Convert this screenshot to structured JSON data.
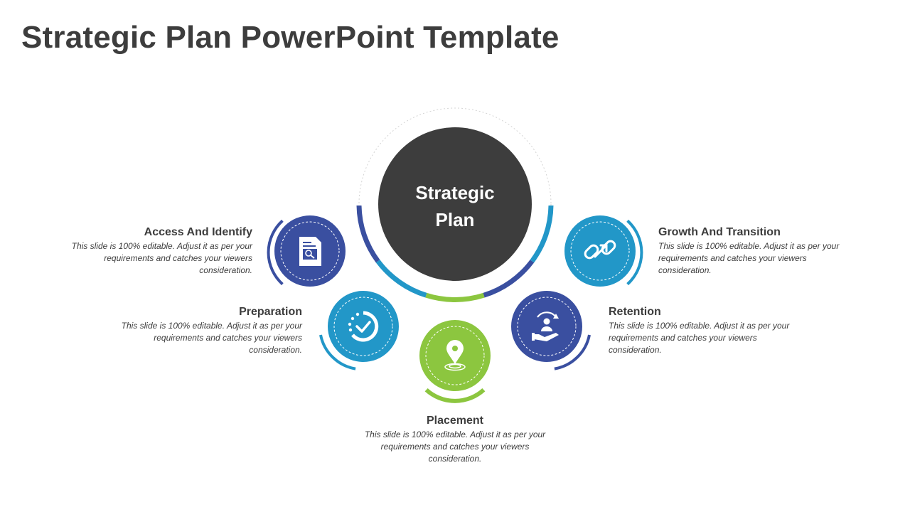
{
  "title": "Strategic Plan PowerPoint Template",
  "center": {
    "line1": "Strategic",
    "line2": "Plan"
  },
  "colors": {
    "navy": "#3a4fa0",
    "blue": "#2297c8",
    "green": "#8cc63f",
    "dark": "#3d3d3d"
  },
  "items": [
    {
      "heading": "Access And Identify",
      "desc": "This slide is 100% editable. Adjust it as per your requirements and catches your viewers consideration.",
      "icon": "document-search-icon"
    },
    {
      "heading": "Preparation",
      "desc": "This slide is 100% editable. Adjust it as per your requirements and catches your viewers consideration.",
      "icon": "progress-check-icon"
    },
    {
      "heading": "Placement",
      "desc": "This slide is 100% editable. Adjust it as per your requirements and catches your viewers consideration.",
      "icon": "location-pin-icon"
    },
    {
      "heading": "Retention",
      "desc": "This slide is 100% editable. Adjust it as per your requirements and catches your viewers consideration.",
      "icon": "hand-user-cycle-icon"
    },
    {
      "heading": "Growth And Transition",
      "desc": "This slide is 100% editable. Adjust it as per your requirements and catches your viewers consideration.",
      "icon": "link-arrow-icon"
    }
  ]
}
